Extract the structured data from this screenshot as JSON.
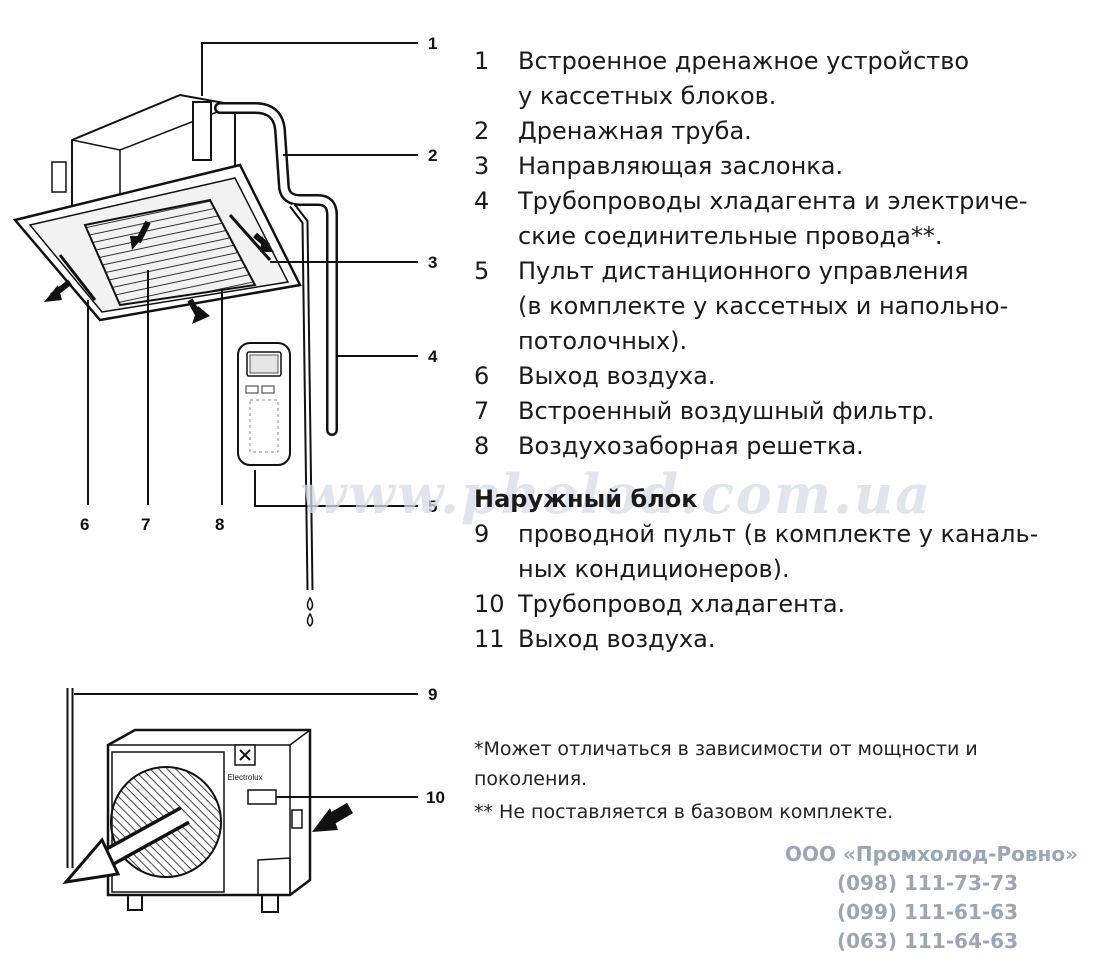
{
  "callouts": [
    "1",
    "2",
    "3",
    "4",
    "5",
    "6",
    "7",
    "8",
    "9",
    "10"
  ],
  "legend": [
    {
      "num": "1",
      "lines": [
        "Встроенное дренажное устройство",
        "у кассетных блоков."
      ]
    },
    {
      "num": "2",
      "lines": [
        "Дренажная труба."
      ]
    },
    {
      "num": "3",
      "lines": [
        "Направляющая заслонка."
      ]
    },
    {
      "num": "4",
      "lines": [
        "Трубопроводы хладагента и электриче-",
        "ские соединительные провода**."
      ]
    },
    {
      "num": "5",
      "lines": [
        "Пульт дистанционного управления",
        "(в комплекте у кассетных и напольно-",
        "потолочных)."
      ]
    },
    {
      "num": "6",
      "lines": [
        "Выход воздуха."
      ]
    },
    {
      "num": "7",
      "lines": [
        "Встроенный воздушный фильтр."
      ]
    },
    {
      "num": "8",
      "lines": [
        "Воздухозаборная решетка."
      ]
    }
  ],
  "outdoor_heading": "Наружный блок",
  "outdoor_legend": [
    {
      "num": "9",
      "lines": [
        "проводной пульт (в комплекте у каналь-",
        "ных кондиционеров)."
      ]
    },
    {
      "num": "10",
      "lines": [
        "Трубопровод хладагента."
      ]
    },
    {
      "num": "11",
      "lines": [
        "Выход воздуха."
      ]
    }
  ],
  "notes": {
    "note1": "*Может отличаться в зависимости от мощности и поколения.",
    "note2": "** Не поставляется в базовом комплекте."
  },
  "contact": {
    "company": "ООО «Промхолод-Ровно»",
    "phones": [
      "(098) 111-73-73",
      "(099) 111-61-63",
      "(063) 111-64-63"
    ]
  },
  "watermark": "www.pholod.com.ua",
  "brand": "Electrolux"
}
